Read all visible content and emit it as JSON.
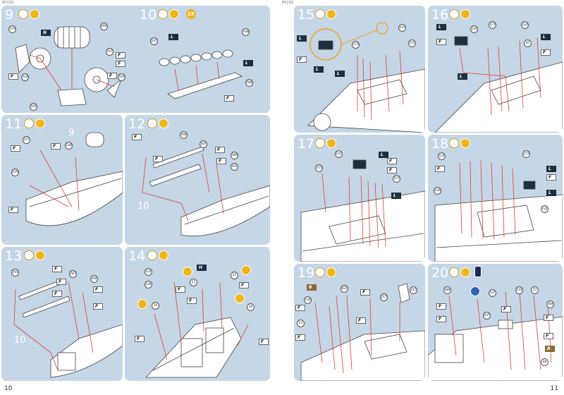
{
  "pages": {
    "left_code": "85158",
    "right_code": "85158",
    "left_number": "10",
    "right_number": "11"
  },
  "steps": [
    {
      "id": "s9",
      "number": "9",
      "parts": [
        "266",
        "370",
        "318",
        "317",
        "265",
        "319"
      ],
      "letters": [
        "N",
        "F",
        "F",
        "F",
        "F"
      ],
      "sub": ""
    },
    {
      "id": "s10",
      "number": "10",
      "multiplier": "2X",
      "parts": [
        "248",
        "247",
        "288"
      ],
      "letters": [
        "L",
        "L",
        "F"
      ],
      "sub": ""
    },
    {
      "id": "s11",
      "number": "11",
      "parts": [
        "227",
        "228",
        "220"
      ],
      "letters": [
        "F",
        "F",
        "F"
      ],
      "sub": "9"
    },
    {
      "id": "s12",
      "number": "12",
      "parts": [
        "290",
        "287",
        "289",
        "291"
      ],
      "letters": [
        "F",
        "F",
        "F",
        "F"
      ],
      "sub": "10"
    },
    {
      "id": "s13",
      "number": "13",
      "parts": [
        "291",
        "287",
        "292"
      ],
      "letters": [
        "F",
        "F",
        "F",
        "F",
        "F"
      ],
      "sub": "10"
    },
    {
      "id": "s14",
      "number": "14",
      "parts": [
        "235",
        "234",
        "21",
        "20",
        "23",
        "16"
      ],
      "letters": [
        "F",
        "F",
        "H",
        "F",
        "F",
        "F"
      ],
      "sub": ""
    },
    {
      "id": "s15",
      "number": "15",
      "parts": [
        "231",
        "373",
        "372"
      ],
      "letters": [
        "L",
        "F",
        "L",
        "L"
      ],
      "sub": ""
    },
    {
      "id": "s16",
      "number": "16",
      "parts": [
        "231",
        "373",
        "224",
        "97"
      ],
      "letters": [
        "L",
        "F",
        "L",
        "F",
        "L"
      ],
      "sub": ""
    },
    {
      "id": "s17",
      "number": "17",
      "parts": [
        "231",
        "373",
        "373"
      ],
      "letters": [
        "L",
        "F",
        "F",
        "L"
      ],
      "sub": ""
    },
    {
      "id": "s18",
      "number": "18",
      "parts": [
        "224",
        "373",
        "226",
        "231"
      ],
      "letters": [
        "L",
        "F",
        "L",
        "F"
      ],
      "sub": ""
    },
    {
      "id": "s19",
      "number": "19",
      "parts": [
        "230",
        "422",
        "217",
        "215",
        "23"
      ],
      "letters": [
        "B",
        "F",
        "F",
        "F",
        "F"
      ],
      "sub": ""
    },
    {
      "id": "s20",
      "number": "20",
      "parts": [
        "384",
        "437",
        "232",
        "23",
        "207",
        "384",
        "28"
      ],
      "letters": [
        "F",
        "F",
        "F",
        "F",
        "F",
        "B"
      ],
      "sub": ""
    }
  ],
  "icons": {
    "glue": "glue-icon",
    "knife": "knife-icon",
    "paint": "paint-icon"
  }
}
